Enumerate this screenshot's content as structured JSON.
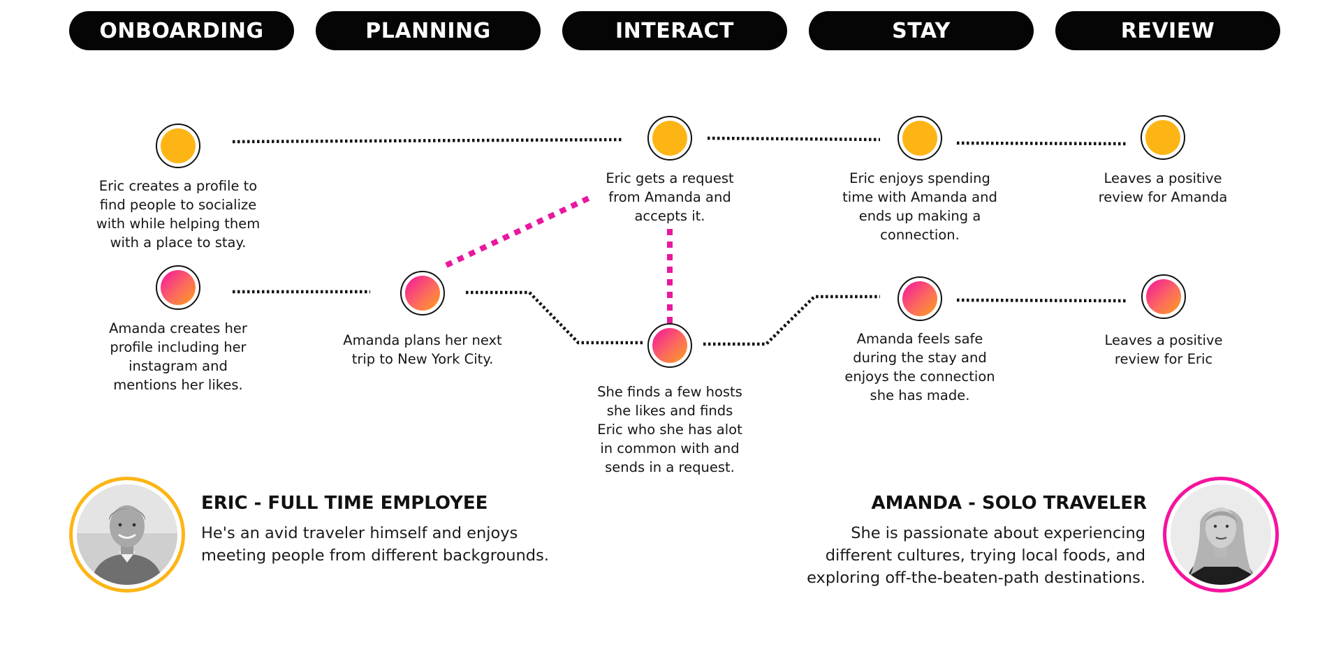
{
  "stages": [
    "ONBOARDING",
    "PLANNING",
    "INTERACT",
    "STAY",
    "REVIEW"
  ],
  "colors": {
    "eric_accent": "#FDB515",
    "amanda_accent": "#F5139F",
    "stage_pill": "#050505",
    "connector_dotted": "#111111",
    "cross_link": "#E8189F"
  },
  "eric_steps": [
    "Eric creates a profile to find people to socialize with while helping them with a place to stay.",
    "Eric gets a request from Amanda and accepts it.",
    "Eric enjoys spending time with Amanda and ends up making a connection.",
    "Leaves a positive review for Amanda"
  ],
  "amanda_steps": [
    "Amanda creates her profile including her instagram and mentions her likes.",
    "Amanda plans her next trip to New York City.",
    "She finds a few hosts she likes and finds Eric who she has alot in common with and sends in a request.",
    "Amanda feels safe during the stay and enjoys the connection she has made.",
    "Leaves a positive review for Eric"
  ],
  "personas": {
    "eric": {
      "title": "ERIC - FULL TIME EMPLOYEE",
      "bio_lines": [
        "He's an avid traveler himself and enjoys",
        "meeting people from different backgrounds."
      ]
    },
    "amanda": {
      "title": "AMANDA - SOLO TRAVELER",
      "bio_lines": [
        "She is passionate about experiencing",
        "different cultures, trying local foods, and",
        "exploring off-the-beaten-path destinations."
      ]
    }
  }
}
